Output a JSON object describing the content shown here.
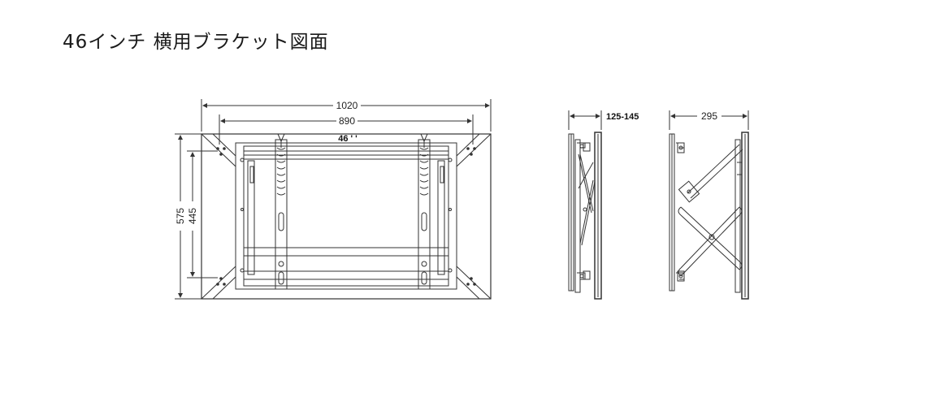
{
  "title": "46インチ  横用ブラケット図面",
  "front_view": {
    "dim_overall_width": "1020",
    "dim_inner_width": "890",
    "dim_overall_height": "575",
    "dim_inner_height": "445",
    "screen_label": "46 ' '"
  },
  "side_view_folded": {
    "dim_depth": "125-145"
  },
  "side_view_extended": {
    "dim_depth": "295"
  }
}
